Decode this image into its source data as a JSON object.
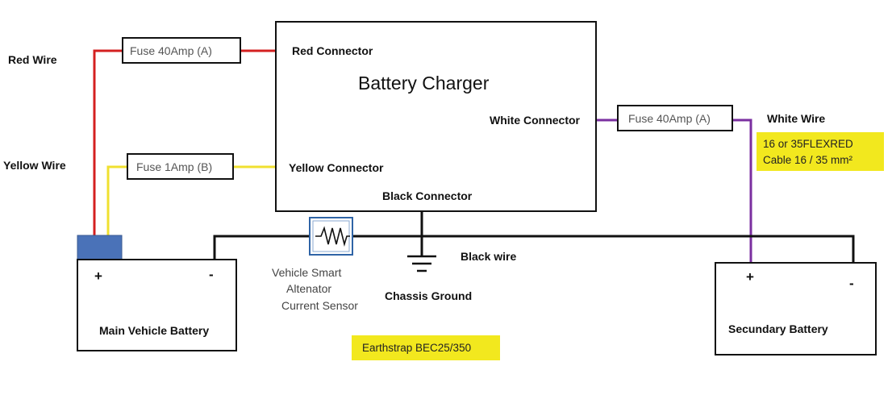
{
  "charger": {
    "title": "Battery Charger",
    "red_connector": "Red Connector",
    "yellow_connector": "Yellow Connector",
    "white_connector": "White Connector",
    "black_connector": "Black Connector"
  },
  "fuses": {
    "red": "Fuse 40Amp (A)",
    "yellow": "Fuse 1Amp (B)",
    "white": "Fuse 40Amp (A)"
  },
  "wires": {
    "red": "Red Wire",
    "yellow": "Yellow Wire",
    "white": "White Wire",
    "black": "Black wire"
  },
  "main_battery": {
    "label": "Main Vehicle Battery",
    "plus": "+",
    "minus": "-"
  },
  "secondary_battery": {
    "label": "Secundary Battery",
    "plus": "+",
    "minus": "-"
  },
  "sensor": {
    "line1": "Vehicle Smart",
    "line2": "Altenator",
    "line3": "Current Sensor"
  },
  "ground": {
    "label": "Chassis Ground"
  },
  "notes": {
    "cable_line1": "16 or 35FLEXRED",
    "cable_line2": "Cable 16 / 35 mm²",
    "earthstrap": "Earthstrap BEC25/350"
  },
  "colors": {
    "red_wire": "#d42020",
    "yellow_wire": "#f0e030",
    "white_wire": "#7b2fa0",
    "black_wire": "#111111",
    "terminal": "#4a72b8",
    "note_bg": "#f2e81e",
    "sensor_stroke": "#2f64a6"
  }
}
